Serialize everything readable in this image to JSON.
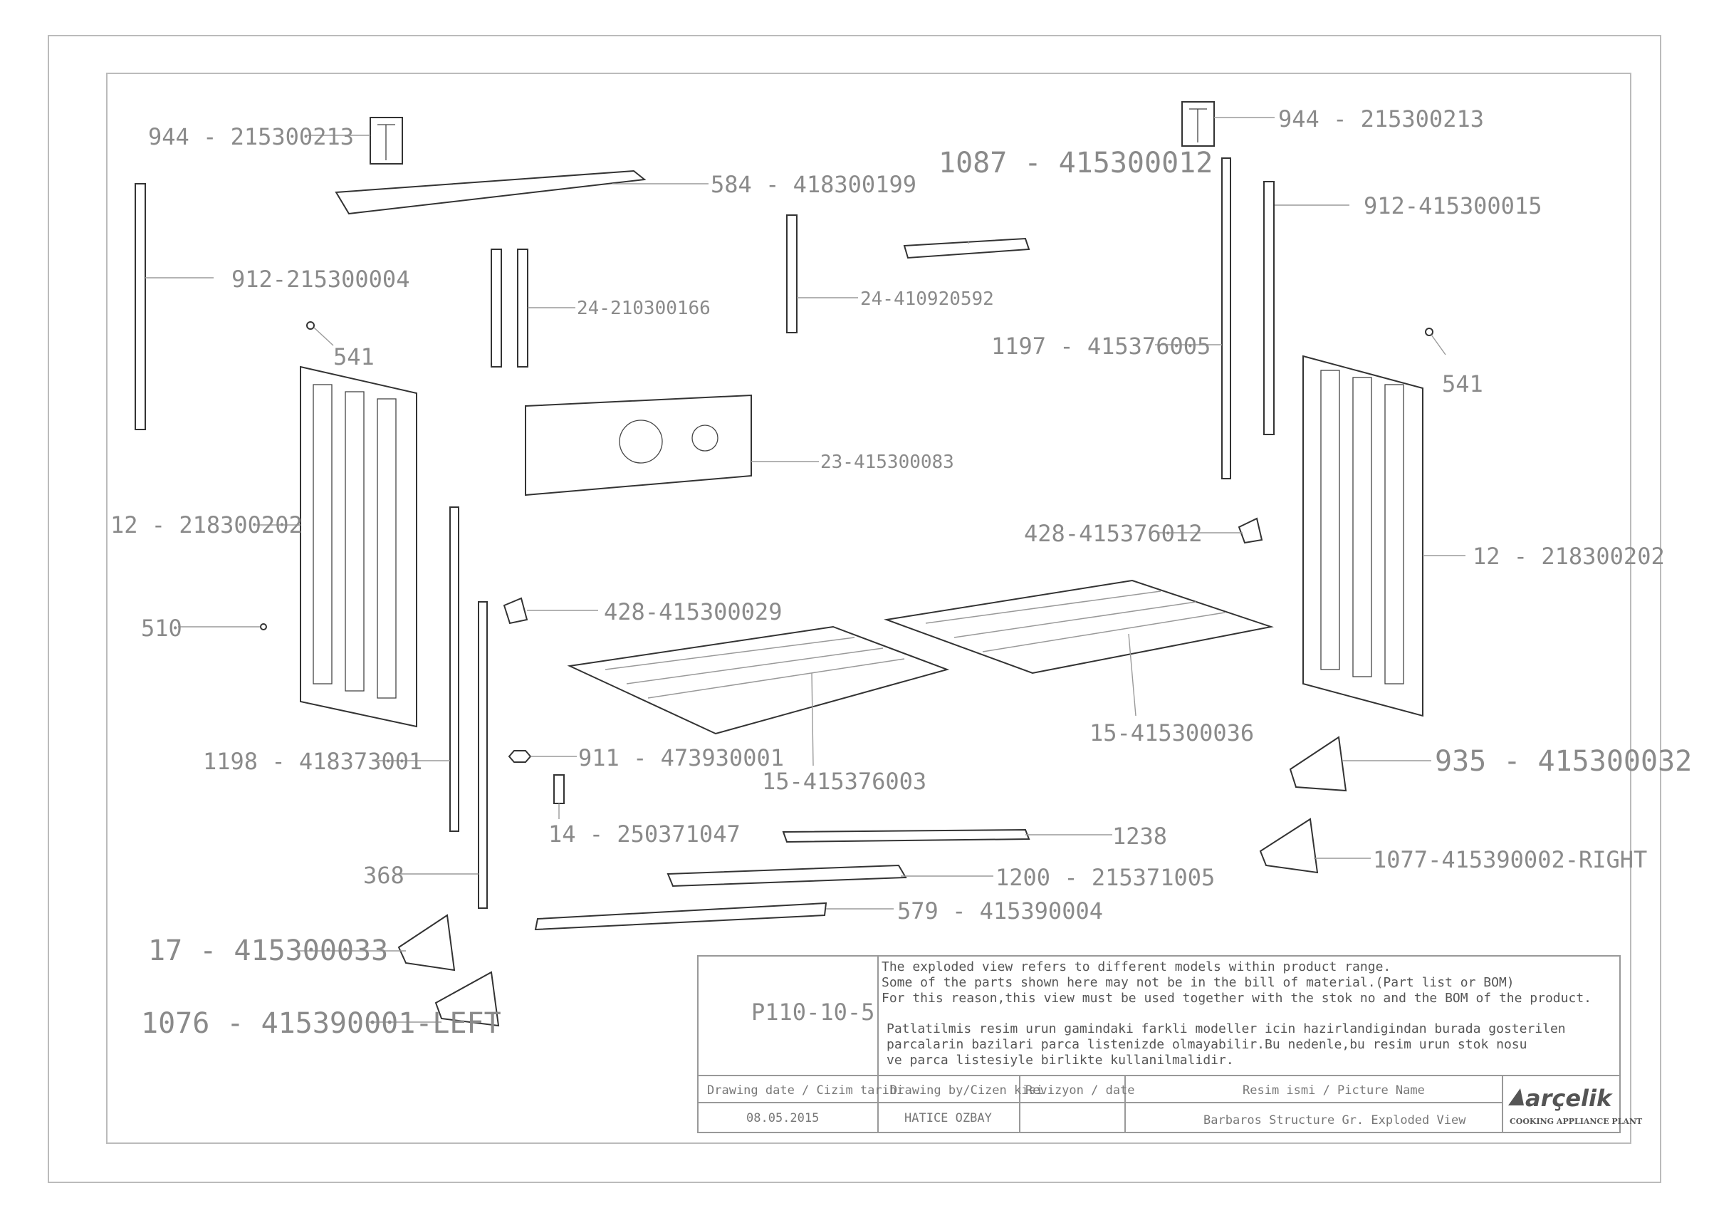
{
  "labels": {
    "l944a": "944 - 215300213",
    "l584": "584 - 418300199",
    "l912a": "912-215300004",
    "l24a": "24-210300166",
    "l541a": "541",
    "l12a": "12 - 218300202",
    "l510": "510",
    "l23": "23-415300083",
    "l428a": "428-415300029",
    "l1198": "1198 - 418373001",
    "l911": "911 - 473930001",
    "l14": "14 -  250371047",
    "l368": "368",
    "l17": "17 - 415300033",
    "l1076": "1076 - 415390001-LEFT",
    "l15a": "15-415376003",
    "l1087": "1087 - 415300012",
    "l944b": "944 - 215300213",
    "l912b": "912-415300015",
    "l24b": "24-410920592",
    "l1197": "1197 - 415376005",
    "l541b": "541",
    "l428b": "428-415376012",
    "l12b": "12 - 218300202",
    "l15b": "15-415300036",
    "l935": "935 - 415300032",
    "l1238": "1238",
    "l1077": "1077-415390002-RIGHT",
    "l1200": "1200 - 215371005",
    "l579": "579 - 415390004"
  },
  "title_block": {
    "drawing_no": "P110-10-5",
    "note_en_1": "The exploded view refers to different models within product range.",
    "note_en_2": "Some of the parts shown here may not be in the bill of material.(Part list or BOM)",
    "note_en_3": "For this reason,this view must be used together with the stok no and the BOM of the product.",
    "note_tr_1": "Patlatilmis resim urun gamindaki farkli modeller icin hazirlandigindan burada gosterilen",
    "note_tr_2": "parcalarin bazilari parca listenizde olmayabilir.Bu nedenle,bu resim urun stok nosu",
    "note_tr_3": "ve parca listesiyle birlikte kullanilmalidir.",
    "h_date": "Drawing date / Cizim tarihi",
    "h_by": "Drawing by/Cizen kisi",
    "h_rev": "Revizyon / date",
    "h_name": "Resim ismi / Picture Name",
    "v_date": "08.05.2015",
    "v_by": "HATICE OZBAY",
    "v_rev": "",
    "v_name": "Barbaros Structure Gr. Exploded View",
    "logo_text": "arçelik",
    "logo_sub": "COOKING APPLIANCE PLANT"
  }
}
